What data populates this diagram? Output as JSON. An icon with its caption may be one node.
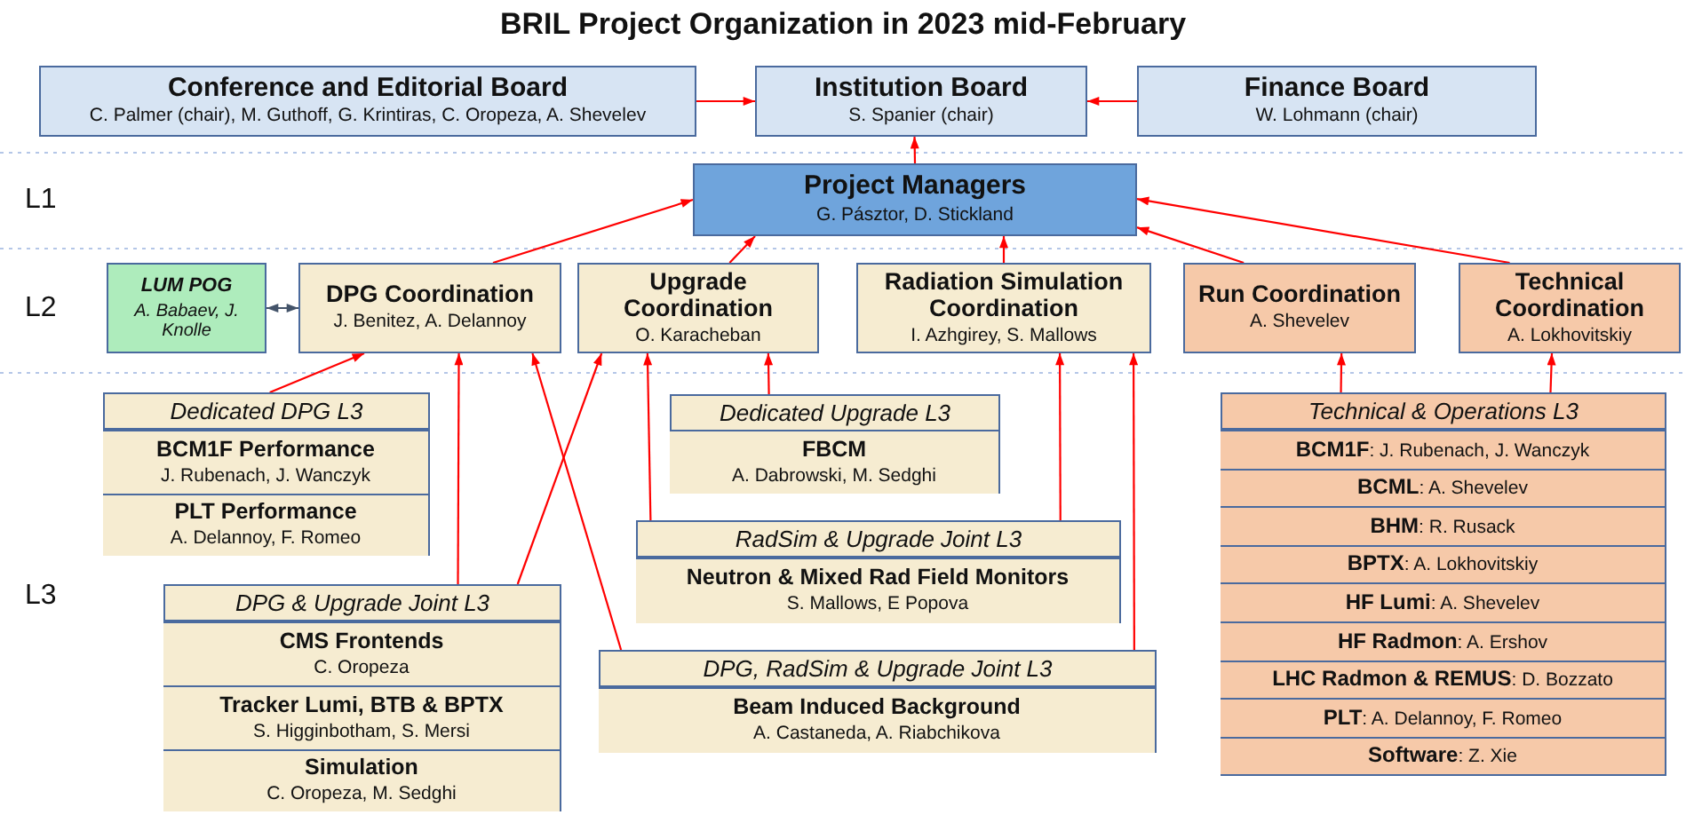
{
  "diagram": {
    "title": "BRIL Project Organization in 2023 mid-February",
    "nodes": [
      {
        "text": [
          "Conference and Editorial Board",
          "C. Palmer (chair), M. Guthoff, G. Krintiras, C. Oropeza, A. Shevelev"
        ]
      },
      {
        "text": [
          "Institution Board",
          "S. Spanier (chair)"
        ]
      },
      {
        "text": [
          "Finance Board",
          "W. Lohmann (chair)"
        ]
      },
      {
        "text": [
          "Project Managers",
          "G. Pásztor, D. Stickland"
        ]
      },
      {
        "text": [
          "LUM POG",
          "A. Babaev, J. Knolle"
        ]
      },
      {
        "text": [
          "DPG Coordination",
          "J. Benitez, A. Delannoy"
        ]
      },
      {
        "text": [
          "Upgrade Coordination",
          "O. Karacheban"
        ]
      },
      {
        "text": [
          "Radiation Simulation Coordination",
          "I. Azhgirey, S. Mallows"
        ]
      },
      {
        "text": [
          "Run Coordination",
          "A. Shevelev"
        ]
      },
      {
        "text": [
          "Technical Coordination",
          "A. Lokhovitskiy"
        ]
      },
      {
        "text": [
          "Dedicated DPG L3"
        ]
      },
      {
        "text": [
          "BCM1F Performance",
          "J. Rubenach, J. Wanczyk"
        ],
        "in": 10
      },
      {
        "text": [
          "PLT Performance",
          "A. Delannoy, F. Romeo"
        ],
        "in": 10
      },
      {
        "text": [
          "Dedicated Upgrade L3"
        ]
      },
      {
        "text": [
          "FBCM",
          "A. Dabrowski, M. Sedghi"
        ],
        "in": 13
      },
      {
        "text": [
          "RadSim & Upgrade Joint L3"
        ]
      },
      {
        "text": [
          "Neutron & Mixed Rad Field Monitors",
          "S. Mallows, E Popova"
        ],
        "in": 15
      },
      {
        "text": [
          "DPG & Upgrade Joint L3"
        ]
      },
      {
        "text": [
          "CMS Frontends",
          "C. Oropeza"
        ],
        "in": 17
      },
      {
        "text": [
          "Tracker Lumi, BTB & BPTX",
          "S. Higginbotham, S. Mersi"
        ],
        "in": 17
      },
      {
        "text": [
          "Simulation",
          "C. Oropeza, M. Sedghi"
        ],
        "in": 17
      },
      {
        "text": [
          "DPG, RadSim & Upgrade Joint L3"
        ]
      },
      {
        "text": [
          "Beam Induced Background",
          "A. Castaneda, A. Riabchikova"
        ],
        "in": 21
      },
      {
        "text": [
          "Technical & Operations L3"
        ]
      },
      {
        "text": [
          "**BCM1F**: J. Rubenach, J. Wanczyk"
        ],
        "in": 23
      },
      {
        "text": [
          "**BCML**: A. Shevelev"
        ],
        "in": 23
      },
      {
        "text": [
          "**BHM**: R. Rusack"
        ],
        "in": 23
      },
      {
        "text": [
          "**BPTX**: A. Lokhovitskiy"
        ],
        "in": 23
      },
      {
        "text": [
          "**HF Lumi**: A. Shevelev"
        ],
        "in": 23
      },
      {
        "text": [
          "**HF Radmon**: A. Ershov"
        ],
        "in": 23
      },
      {
        "text": [
          "**LHC Radmon & REMUS**: D. Bozzato"
        ],
        "in": 23
      },
      {
        "text": [
          "**PLT**: A. Delannoy, F. Romeo"
        ],
        "in": 23
      },
      {
        "text": [
          "**Software**: Z. Xie"
        ],
        "in": 23
      }
    ],
    "edges": [
      {
        "from": 0,
        "to": 1,
        "arrow": "to"
      },
      {
        "from": 2,
        "to": 1,
        "arrow": "to"
      },
      {
        "from": 3,
        "to": 1,
        "arrow": "to"
      },
      {
        "from": 5,
        "to": 3,
        "arrow": "to"
      },
      {
        "from": 6,
        "to": 3,
        "arrow": "to"
      },
      {
        "from": 7,
        "to": 3,
        "arrow": "to"
      },
      {
        "from": 8,
        "to": 3,
        "arrow": "to"
      },
      {
        "from": 9,
        "to": 3,
        "arrow": "to"
      },
      {
        "from": 4,
        "to": 5,
        "arrow": "both",
        "color": "#44546a"
      },
      {
        "from": 10,
        "to": 5,
        "arrow": "to"
      },
      {
        "from": 17,
        "to": 5,
        "arrow": "to"
      },
      {
        "from": 21,
        "to": 5,
        "arrow": "to"
      },
      {
        "from": 17,
        "to": 6,
        "arrow": "to"
      },
      {
        "from": 15,
        "to": 6,
        "arrow": "to"
      },
      {
        "from": 13,
        "to": 6,
        "arrow": "to"
      },
      {
        "from": 15,
        "to": 7,
        "arrow": "to"
      },
      {
        "from": 21,
        "to": 7,
        "arrow": "to"
      },
      {
        "from": 23,
        "to": 8,
        "arrow": "to"
      },
      {
        "from": 23,
        "to": 9,
        "arrow": "to"
      }
    ],
    "labels": [
      "L1",
      "L2",
      "L3"
    ]
  }
}
